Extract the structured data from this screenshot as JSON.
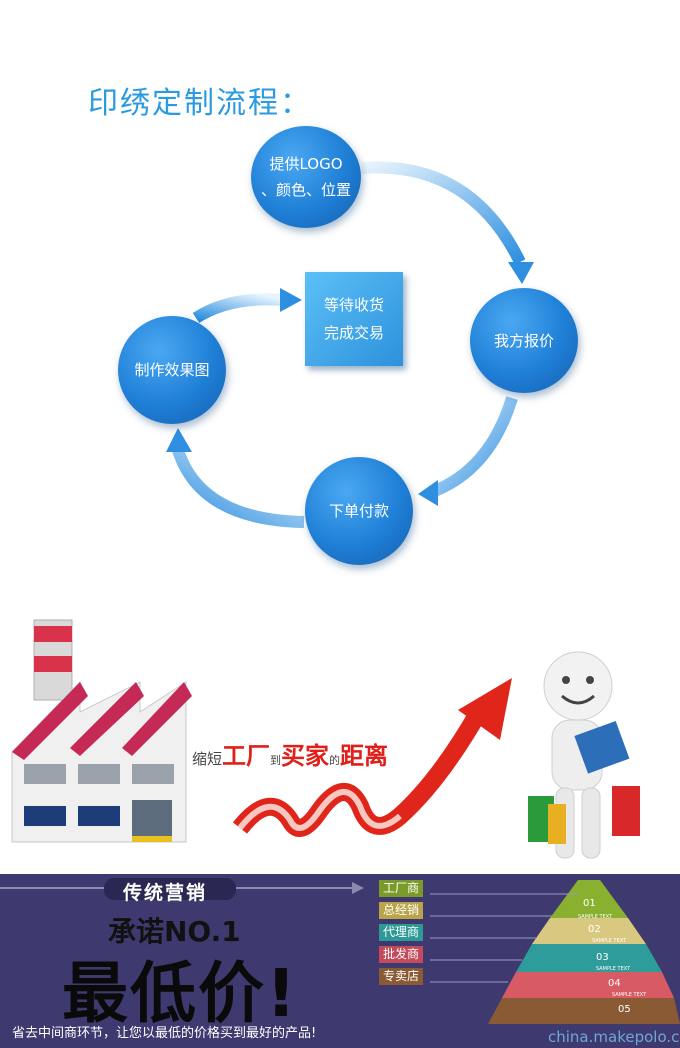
{
  "title": "印绣定制流程：",
  "flow": {
    "step1_line1": "提供LOGO",
    "step1_line2": "、颜色、位置",
    "step2": "我方报价",
    "step3": "下单付款",
    "step4": "制作效果图",
    "step5_line1": "等待收货",
    "step5_line2": "完成交易"
  },
  "banner": {
    "tagline_p1": "缩短",
    "tagline_p2": "工厂",
    "tagline_p3": "到",
    "tagline_p4": "买家",
    "tagline_p5": "的",
    "tagline_p6": "距离"
  },
  "marketing": {
    "label": "传统营销",
    "promise": "承诺NO.1",
    "headline": "最低价!",
    "note": "省去中间商环节，让您以最低的价格买到最好的产品!",
    "levels": [
      {
        "label": "工厂商",
        "color": "#7a9a2a"
      },
      {
        "label": "总经销",
        "color": "#b9a44a"
      },
      {
        "label": "代理商",
        "color": "#2d9a96"
      },
      {
        "label": "批发商",
        "color": "#c24a5a"
      },
      {
        "label": "专卖店",
        "color": "#8a5a34"
      }
    ],
    "pyramid_numbers": [
      "01",
      "02",
      "03",
      "04",
      "05"
    ],
    "pyramid_text": "SAMPLE TEXT"
  },
  "watermark": "china.makepolo.com"
}
